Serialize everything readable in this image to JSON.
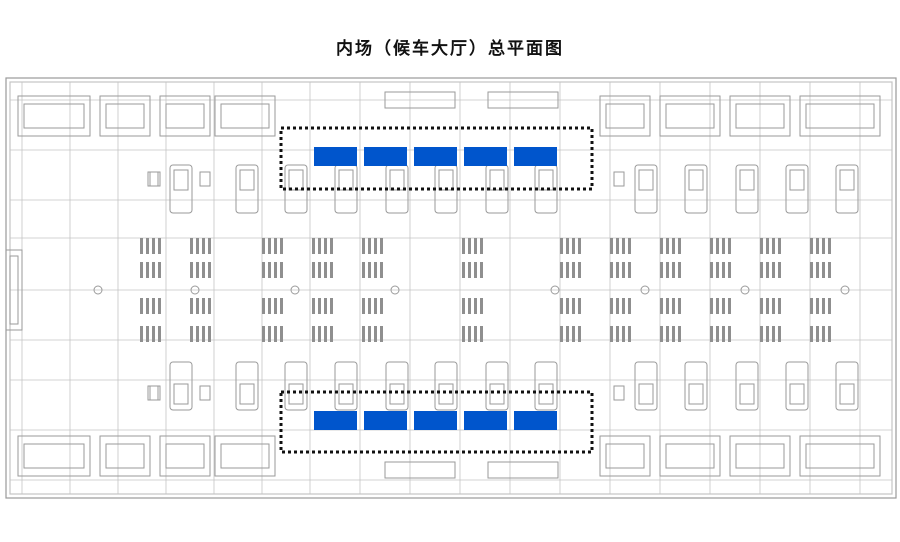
{
  "title": "内场（候车大厅）总平面图",
  "colors": {
    "background": "#ffffff",
    "line": "#9a9a9a",
    "line_light": "#c4c4c4",
    "marker_blue": "#0055cc",
    "dotted_frame": "#111111"
  },
  "highlights": {
    "top_group": {
      "marker_count": 5,
      "frame_style": "dotted"
    },
    "bottom_group": {
      "marker_count": 5,
      "frame_style": "dotted"
    }
  }
}
